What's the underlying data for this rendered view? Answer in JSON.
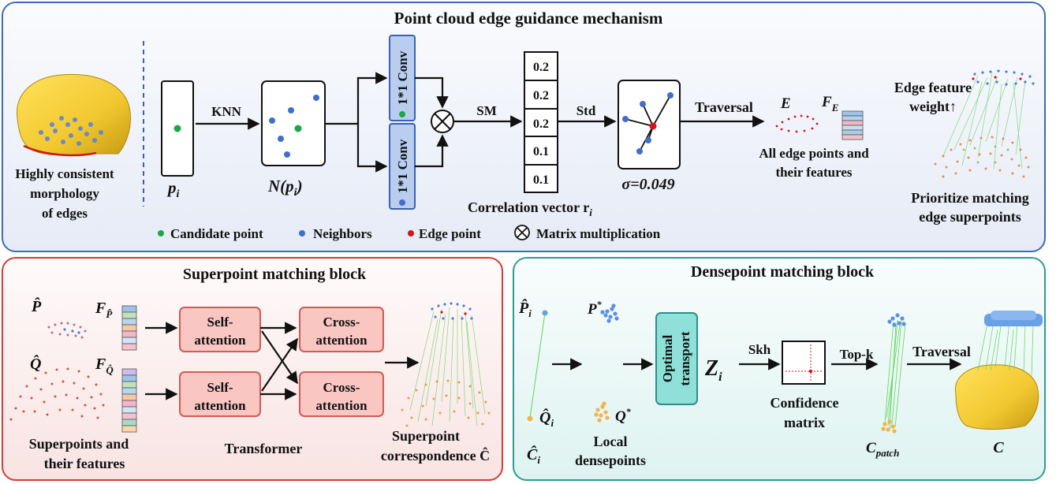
{
  "top": {
    "title": "Point cloud edge guidance mechanism",
    "left_caption": [
      "Highly consistent",
      "morphology",
      "of edges"
    ],
    "p_i": "p",
    "p_i_sub": "i",
    "knn": "KNN",
    "n_p_i": "N(p",
    "n_p_i_sub": "i",
    "n_p_i_close": ")",
    "conv_top": "1*1 Conv",
    "conv_bottom": "1*1 Conv",
    "sm": "SM",
    "std": "Std",
    "correlation_values": [
      "0.2",
      "0.2",
      "0.2",
      "0.1",
      "0.1"
    ],
    "correlation_caption": "Correlation vector r",
    "correlation_caption_sub": "i",
    "sigma": "σ=0.049",
    "traversal": "Traversal",
    "e_label": "E",
    "fe_label": "F",
    "fe_sub": "E",
    "edge_points_caption": [
      "All edge points and",
      "their features"
    ],
    "edge_weight": [
      "Edge feature",
      "weight↑"
    ],
    "prioritize": [
      "Prioritize matching",
      "edge superpoints"
    ],
    "legend": {
      "candidate": "Candidate point",
      "neighbors": "Neighbors",
      "edge_point": "Edge point",
      "matrix_mult": "Matrix multiplication"
    },
    "colors": {
      "candidate": "#1aa84a",
      "neighbor": "#3f6fce",
      "edge": "#d0161a"
    }
  },
  "superpoint": {
    "title": "Superpoint matching block",
    "p_hat": "P̂",
    "q_hat": "Q̂",
    "fp": "F",
    "fp_sub": "P̂",
    "fq": "F",
    "fq_sub": "Q̂",
    "self_attention": [
      "Self-",
      "attention"
    ],
    "cross_attention": [
      "Cross-",
      "attention"
    ],
    "superpoints_caption": [
      "Superpoints and",
      "their features"
    ],
    "transformer": "Transformer",
    "correspondence": [
      "Superpoint",
      "correspondence Ĉ"
    ]
  },
  "densepoint": {
    "title": "Densepoint matching block",
    "p_hat_i": "P̂",
    "p_hat_i_sub": "i",
    "q_hat_i": "Q̂",
    "q_hat_i_sub": "i",
    "c_hat_i": "Ĉ",
    "c_hat_i_sub": "i",
    "p_star": "P",
    "q_star": "Q",
    "star": "*",
    "local_densepoints": [
      "Local",
      "densepoints"
    ],
    "optimal_transport": [
      "Optimal",
      "transport"
    ],
    "z_i": "Z",
    "z_i_sub": "i",
    "skh": "Skh",
    "confidence": [
      "Confidence",
      "matrix"
    ],
    "topk": "Top-k",
    "c_patch": "C",
    "c_patch_sub": "patch",
    "traversal": "Traversal",
    "c": "C"
  }
}
